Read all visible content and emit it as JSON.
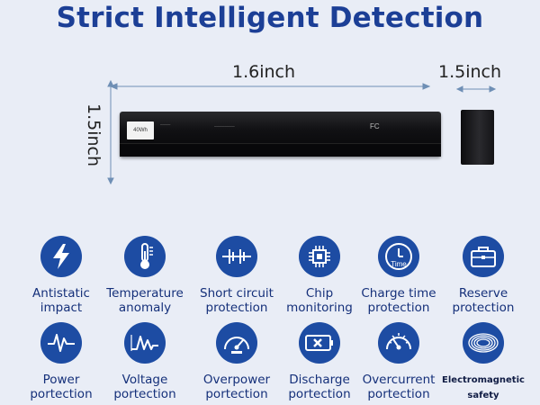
{
  "title": "Strict Intelligent Detection",
  "dimensions": {
    "length": "1.6inch",
    "width": "1.5inch",
    "height": "1.5inch"
  },
  "battery": {
    "label": "40Wh",
    "fc_mark": "FC"
  },
  "features_row1": [
    {
      "icon": "lightning-icon",
      "line1": "Antistatic",
      "line2": "impact"
    },
    {
      "icon": "thermometer-icon",
      "line1": "Temperature",
      "line2": "anomaly"
    },
    {
      "icon": "short-circuit-icon",
      "line1": "Short circuit",
      "line2": "protection"
    },
    {
      "icon": "chip-icon",
      "line1": "Chip",
      "line2": "monitoring"
    },
    {
      "icon": "clock-icon",
      "icon_text": "Time",
      "line1": "Charge time",
      "line2": "protection"
    },
    {
      "icon": "briefcase-icon",
      "line1": "Reserve",
      "line2": "protection"
    }
  ],
  "features_row2": [
    {
      "icon": "pulse-wave-icon",
      "line1": "Power",
      "line2": "portection"
    },
    {
      "icon": "voltage-wave-icon",
      "line1": "Voltage",
      "line2": "portection"
    },
    {
      "icon": "gauge-icon",
      "line1": "Overpower",
      "line2": "portection"
    },
    {
      "icon": "battery-x-icon",
      "line1": "Discharge",
      "line2": "portection"
    },
    {
      "icon": "speedometer-icon",
      "line1": "Overcurrent",
      "line2": "portection"
    },
    {
      "icon": "coil-icon",
      "line1": "Electromagnetic",
      "line2": "safety"
    }
  ],
  "colors": {
    "title": "#1c3f96",
    "icon_bg": "#1d4ca3",
    "label": "#15307a",
    "background": "#e9edf6"
  }
}
